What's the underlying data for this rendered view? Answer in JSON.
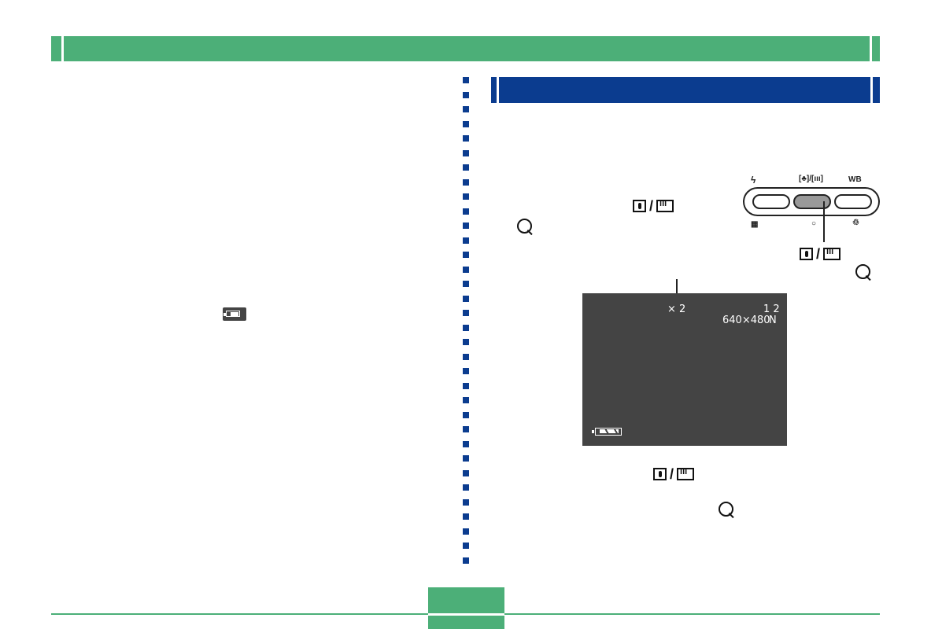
{
  "lcd": {
    "zoom_text": "× 2",
    "shots_remaining": "1 2",
    "resolution": "640×480",
    "quality": "N"
  },
  "colors": {
    "header_green": "#4caf78",
    "section_blue": "#0b3c8f",
    "lcd_background": "#444444"
  },
  "icons": {
    "left_battery": "battery-icon",
    "mode_symbol": "macro-infinity-icon",
    "zoom_symbol": "magnifier-icon"
  }
}
